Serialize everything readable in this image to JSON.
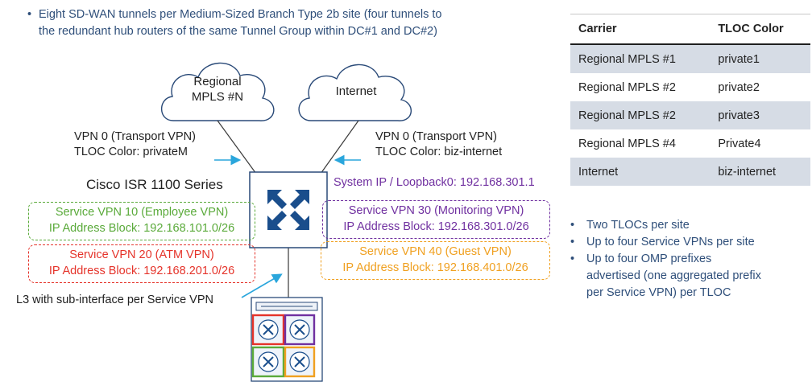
{
  "top_note": {
    "line1": "Eight SD-WAN tunnels per Medium-Sized Branch Type 2b site (four tunnels to",
    "line2": "the redundant hub routers of the same Tunnel Group within DC#1 and DC#2)"
  },
  "clouds": {
    "mpls_line1": "Regional",
    "mpls_line2": "MPLS #N",
    "internet": "Internet"
  },
  "transport_left": {
    "line1": "VPN 0 (Transport VPN)",
    "line2": "TLOC Color: privateM"
  },
  "transport_right": {
    "line1": "VPN 0 (Transport VPN)",
    "line2": "TLOC Color: biz-internet"
  },
  "router_title": "Cisco ISR 1100 Series",
  "system_ip": "System IP / Loopback0: 192.168.301.1",
  "service_vpns": {
    "vpn10": {
      "name": "Service VPN 10  (Employee VPN)",
      "block": "IP Address Block: 192.168.101.0/26"
    },
    "vpn20": {
      "name": "Service VPN 20  (ATM VPN)",
      "block": "IP Address Block: 192.168.201.0/26"
    },
    "vpn30": {
      "name": "Service VPN 30  (Monitoring VPN)",
      "block": "IP Address Block: 192.168.301.0/26"
    },
    "vpn40": {
      "name": "Service VPN 40  (Guest VPN)",
      "block": "IP Address Block: 192.168.401.0/26"
    }
  },
  "l3_label": "L3 with sub-interface per Service VPN",
  "carrier_table": {
    "headers": [
      "Carrier",
      "TLOC Color"
    ],
    "rows": [
      [
        "Regional MPLS #1",
        "private1"
      ],
      [
        "Regional MPLS #2",
        "private2"
      ],
      [
        "Regional MPLS #2",
        "private3"
      ],
      [
        "Regional MPLS #4",
        "Private4"
      ],
      [
        "Internet",
        "biz-internet"
      ]
    ]
  },
  "bullets": [
    "Two TLOCs per site",
    "Up to four Service VPNs per site",
    "Up to four OMP prefixes",
    "advertised (one aggregated prefix",
    "per Service VPN) per TLOC"
  ],
  "colors": {
    "green": "#5aaa3a",
    "red": "#e5332a",
    "purple": "#7030a0",
    "orange": "#f0a020",
    "router_blue": "#1a4e8c",
    "arrow_cyan": "#2aa6dc",
    "table_shade": "#d6dce5"
  }
}
